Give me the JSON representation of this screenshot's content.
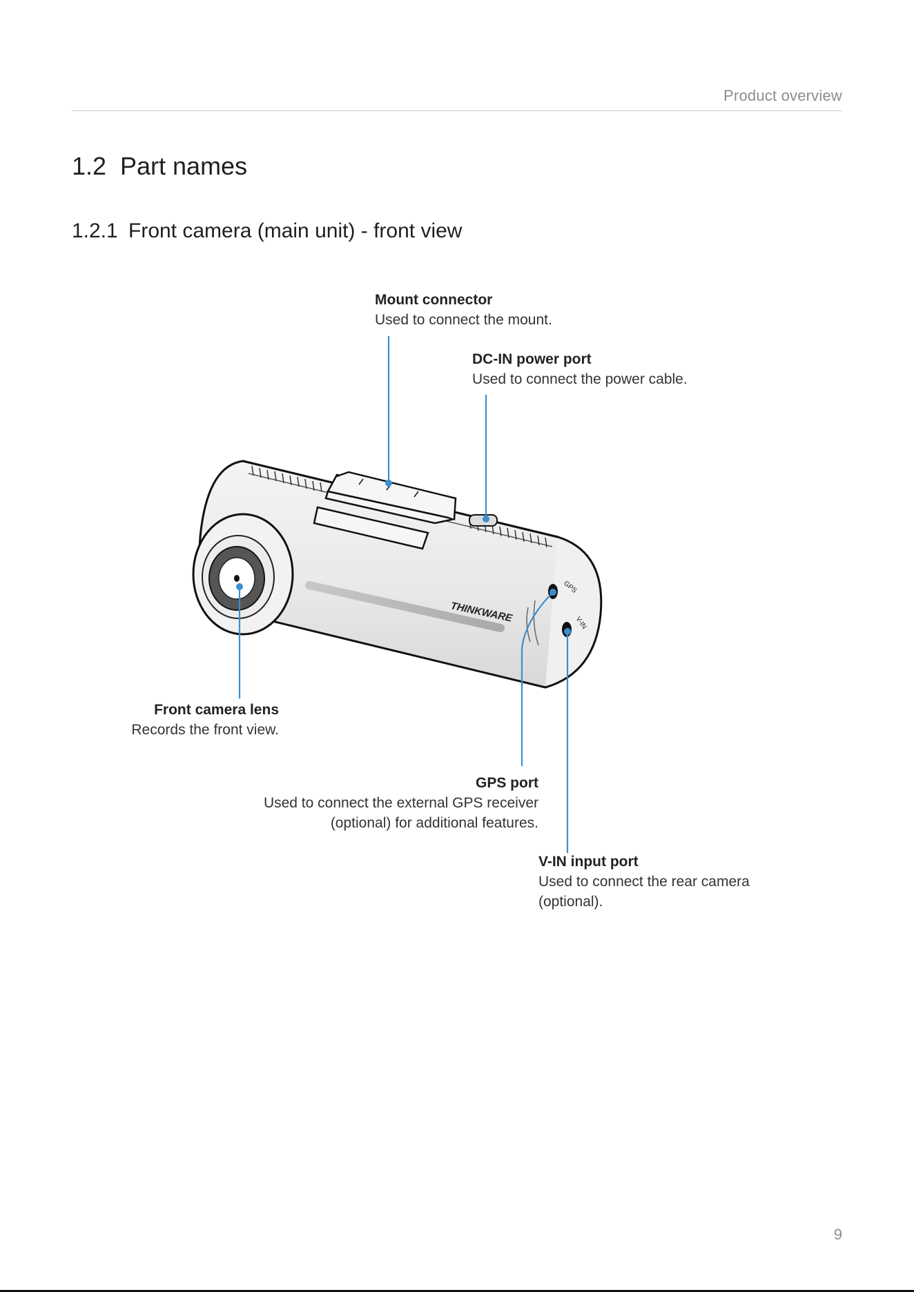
{
  "header": {
    "running_title": "Product overview"
  },
  "section": {
    "number": "1.2",
    "title": "Part names"
  },
  "subsection": {
    "number": "1.2.1",
    "title": "Front camera (main unit) - front view"
  },
  "device": {
    "brand_label": "THINKWARE",
    "port_labels": [
      "GPS",
      "V-IN"
    ]
  },
  "callouts": [
    {
      "id": "mount-connector",
      "title": "Mount connector",
      "lines": [
        "Used to connect the mount."
      ]
    },
    {
      "id": "dc-in-power-port",
      "title": "DC-IN power port",
      "lines": [
        "Used to connect the power cable."
      ]
    },
    {
      "id": "front-camera-lens",
      "title": "Front camera lens",
      "lines": [
        "Records the front view."
      ]
    },
    {
      "id": "gps-port",
      "title": "GPS port",
      "lines": [
        "Used to connect the external GPS receiver",
        "(optional) for additional features."
      ]
    },
    {
      "id": "v-in-input-port",
      "title": "V-IN input port",
      "lines": [
        "Used to connect the rear camera",
        "(optional)."
      ]
    }
  ],
  "footer": {
    "page_number": "9"
  },
  "colors": {
    "leader_line": "#3a8fd0",
    "running_head": "#8c8c8c",
    "rule": "#c8c8c8"
  }
}
